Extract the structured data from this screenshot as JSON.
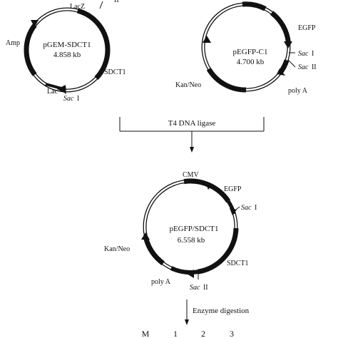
{
  "colors": {
    "ink": "#111111",
    "background": "#ffffff"
  },
  "plasmids": {
    "pgem": {
      "name": "pGEM-SDCT1",
      "size": "4.858 kb",
      "labels": {
        "lacz": "LacZ",
        "amp": "Amp",
        "sdct1": "SDCT1",
        "lac": "Lac",
        "sac_site": "Sac",
        "sac_roman": "I",
        "top_site_fragment": "II"
      }
    },
    "pegfp": {
      "name": "pEGFP-C1",
      "size": "4.700 kb",
      "labels": {
        "egfp": "EGFP",
        "sac1": "Sac",
        "sac1_roman": "I",
        "sac2": "Sac",
        "sac2_roman": "II",
        "polya": "poly A",
        "kanneo": "Kan/Neo"
      }
    },
    "product": {
      "name": "pEGFP/SDCT1",
      "size": "6.558 kb",
      "labels": {
        "cmv": "CMV",
        "egfp": "EGFP",
        "sac1": "Sac",
        "sac1_roman": "I",
        "kanneo": "Kan/Neo",
        "sdct1": "SDCT1",
        "polya": "poly A",
        "sac2": "Sac",
        "sac2_roman": "II"
      }
    }
  },
  "steps": {
    "ligase": "T4 DNA ligase",
    "digestion": "Enzyme digestion"
  },
  "lanes": [
    "M",
    "1",
    "2",
    "3"
  ]
}
